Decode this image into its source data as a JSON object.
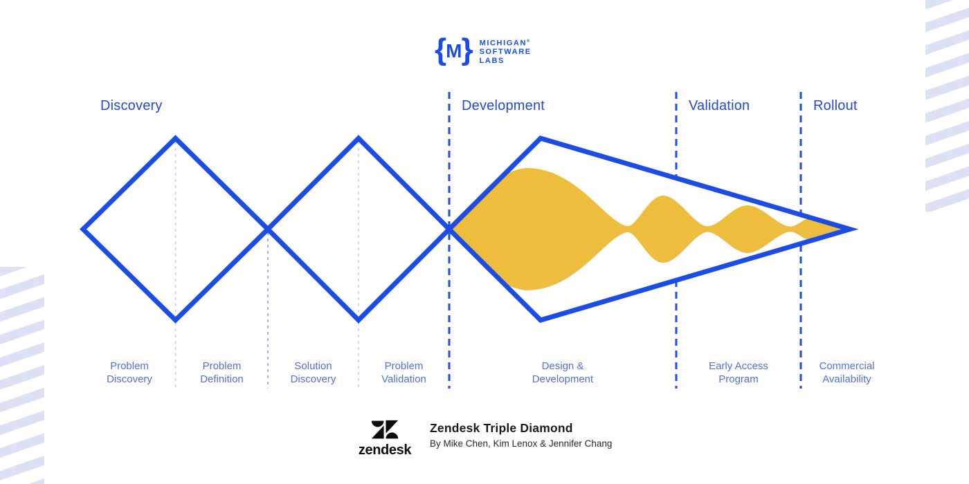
{
  "brand_logo": {
    "mark_open_brace": "{",
    "mark_letter": "M",
    "mark_close_brace": "}",
    "name_line1": "MICHIGAN",
    "registered_mark": "®",
    "name_line2": "SOFTWARE",
    "name_line3": "LABS"
  },
  "phases": [
    {
      "label": "Discovery"
    },
    {
      "label": "Development"
    },
    {
      "label": "Validation"
    },
    {
      "label": "Rollout"
    }
  ],
  "stages": [
    {
      "line1": "Problem",
      "line2": "Discovery"
    },
    {
      "line1": "Problem",
      "line2": "Definition"
    },
    {
      "line1": "Solution",
      "line2": "Discovery"
    },
    {
      "line1": "Problem",
      "line2": "Validation"
    },
    {
      "line1": "Design &",
      "line2": "Development"
    },
    {
      "line1": "Early Access",
      "line2": "Program"
    },
    {
      "line1": "Commercial",
      "line2": "Availability"
    }
  ],
  "attribution": {
    "brand_wordmark": "zendesk",
    "title": "Zendesk Triple Diamond",
    "byline": "By Mike Chen, Kim Lenox & Jennifer Chang"
  },
  "colors": {
    "primary_blue": "#1B4DE6",
    "phase_label_blue": "#2348D6",
    "stage_label_blue": "#5270E0",
    "waveform_gold": "#EFBD3E",
    "stripe_lavender": "#DCE1F5",
    "thin_guide_blue": "#BCC5EC",
    "attribution_dark": "#1B1B1B"
  }
}
